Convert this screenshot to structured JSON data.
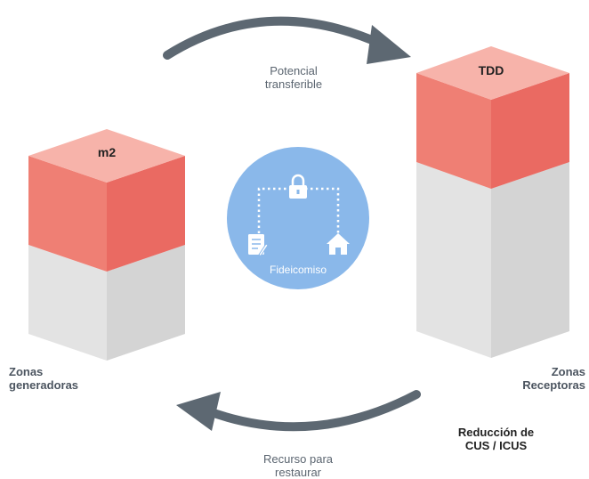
{
  "blocks": {
    "generadoras": {
      "top_label": "m2",
      "zone_label_line1": "Zonas",
      "zone_label_line2": "generadoras"
    },
    "receptoras": {
      "top_label": "TDD",
      "zone_label_line1": "Zonas",
      "zone_label_line2": "Receptoras"
    }
  },
  "arrows": {
    "top_label_line1": "Potencial",
    "top_label_line2": "transferible",
    "bottom_label_line1": "Recurso para",
    "bottom_label_line2": "restaurar"
  },
  "center": {
    "label": "Fideicomiso",
    "icons": [
      "lock-icon",
      "document-icon",
      "house-icon"
    ]
  },
  "note": {
    "line1": "Reducción de",
    "line2": "CUS / ICUS"
  },
  "colors": {
    "red_top": "#f6b0a8",
    "red_front": "#ee7a70",
    "red_side": "#ea6a62",
    "grey_front": "#e2e2e2",
    "grey_side": "#d6d6d6",
    "circle": "#8ab8ea",
    "arrow": "#5d6872"
  }
}
